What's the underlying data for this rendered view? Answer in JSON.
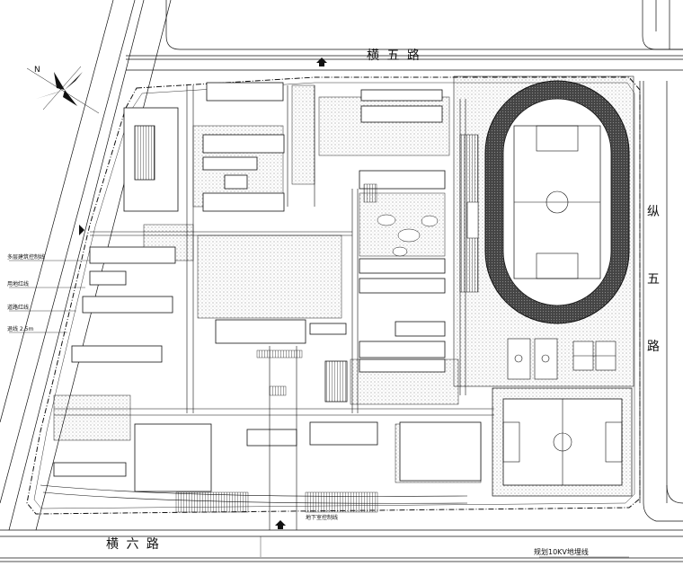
{
  "roads": {
    "north": "横 五 路",
    "south": "横 六 路",
    "east": "纵 五 路"
  },
  "north_arrow": "N",
  "annotations": {
    "left_upper_1": "多层建筑控制线",
    "left_upper_2": "用地红线",
    "left_upper_3": "道路红线",
    "left_upper_4": "退线 2.5m",
    "south_note": "地下室控制线",
    "cable_note": "规划10KV地埋线"
  },
  "colors": {
    "line": "#111111",
    "track": "#3a3a3a",
    "grass": "#ffffff"
  }
}
